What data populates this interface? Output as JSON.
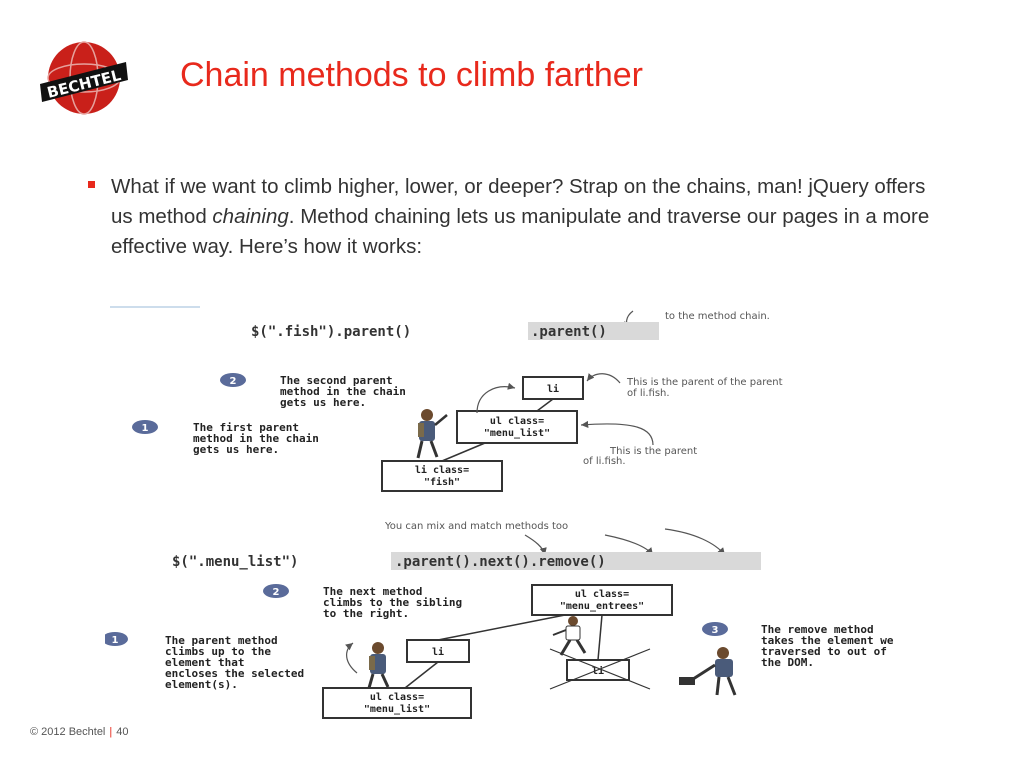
{
  "slide": {
    "logo_text": "BECHTEL",
    "title": "Chain methods to climb farther",
    "bullet": {
      "before": "What if we want to climb higher, lower, or deeper? Strap on the chains, man! jQuery offers us method ",
      "em": "chaining",
      "after": ". Method chaining lets us manipulate and traverse our pages in a more effective way. Here’s how it works:"
    },
    "footer": {
      "copyright": "© 2012 Bechtel",
      "separator": "|",
      "page": "40"
    }
  },
  "figure": {
    "top": {
      "header_note": "to the method chain.",
      "code_plain": "$(\".fish\").parent()",
      "code_hl": ".parent()",
      "badge2": "2",
      "note2": [
        "The second parent",
        "method in the chain",
        "gets us here."
      ],
      "badge1": "1",
      "note1": [
        "The first parent",
        "method in the chain",
        "gets us here."
      ],
      "box_li": "li",
      "box_ul": [
        "ul class=",
        "\"menu_list\""
      ],
      "box_fish": [
        "li class=",
        "\"fish\""
      ],
      "hand_parent_parent": [
        "This is the parent of the parent",
        "of li.fish."
      ],
      "hand_parent": [
        "This is the parent",
        "of li.fish."
      ]
    },
    "bottom": {
      "hand_mix": "You can mix and match methods too",
      "code_plain": "$(\".menu_list\")",
      "code_hl": ".parent().next().remove()",
      "badge2": "2",
      "note2": [
        "The next method",
        "climbs to the sibling",
        "to the right."
      ],
      "badge1": "1",
      "note1": [
        "The parent method",
        "climbs up to the",
        "element that",
        "encloses the selected",
        "element(s)."
      ],
      "badge3": "3",
      "note3": [
        "The remove method",
        "takes the element we",
        "traversed to out of",
        "the DOM."
      ],
      "box_entrees": [
        "ul class=",
        "\"menu_entrees\""
      ],
      "box_li": "li",
      "box_removed": "li",
      "box_menu_list": [
        "ul class=",
        "\"menu_list\""
      ]
    }
  }
}
